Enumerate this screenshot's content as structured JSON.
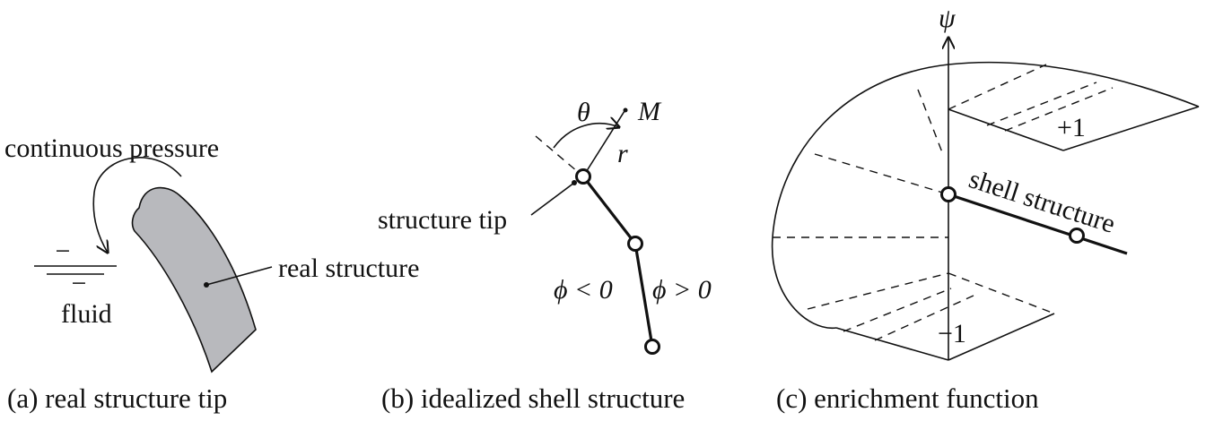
{
  "panel_a": {
    "label_continuous_pressure": "continuous pressure",
    "sign_minus_top": "−",
    "sign_minus_bottom": "−",
    "label_fluid": "fluid",
    "label_real_structure": "real structure",
    "caption": "(a) real structure tip",
    "structure_fill": "#b8b9bd"
  },
  "panel_b": {
    "label_theta": "θ",
    "label_M": "M",
    "label_r": "r",
    "label_structure_tip": "structure tip",
    "label_phi_neg": "ϕ < 0",
    "label_phi_pos": "ϕ > 0",
    "caption": "(b) idealized shell structure"
  },
  "panel_c": {
    "label_psi": "ψ",
    "label_plus_one": "+1",
    "label_minus_one": "−1",
    "label_shell_structure": "shell structure",
    "caption": "(c) enrichment function"
  }
}
